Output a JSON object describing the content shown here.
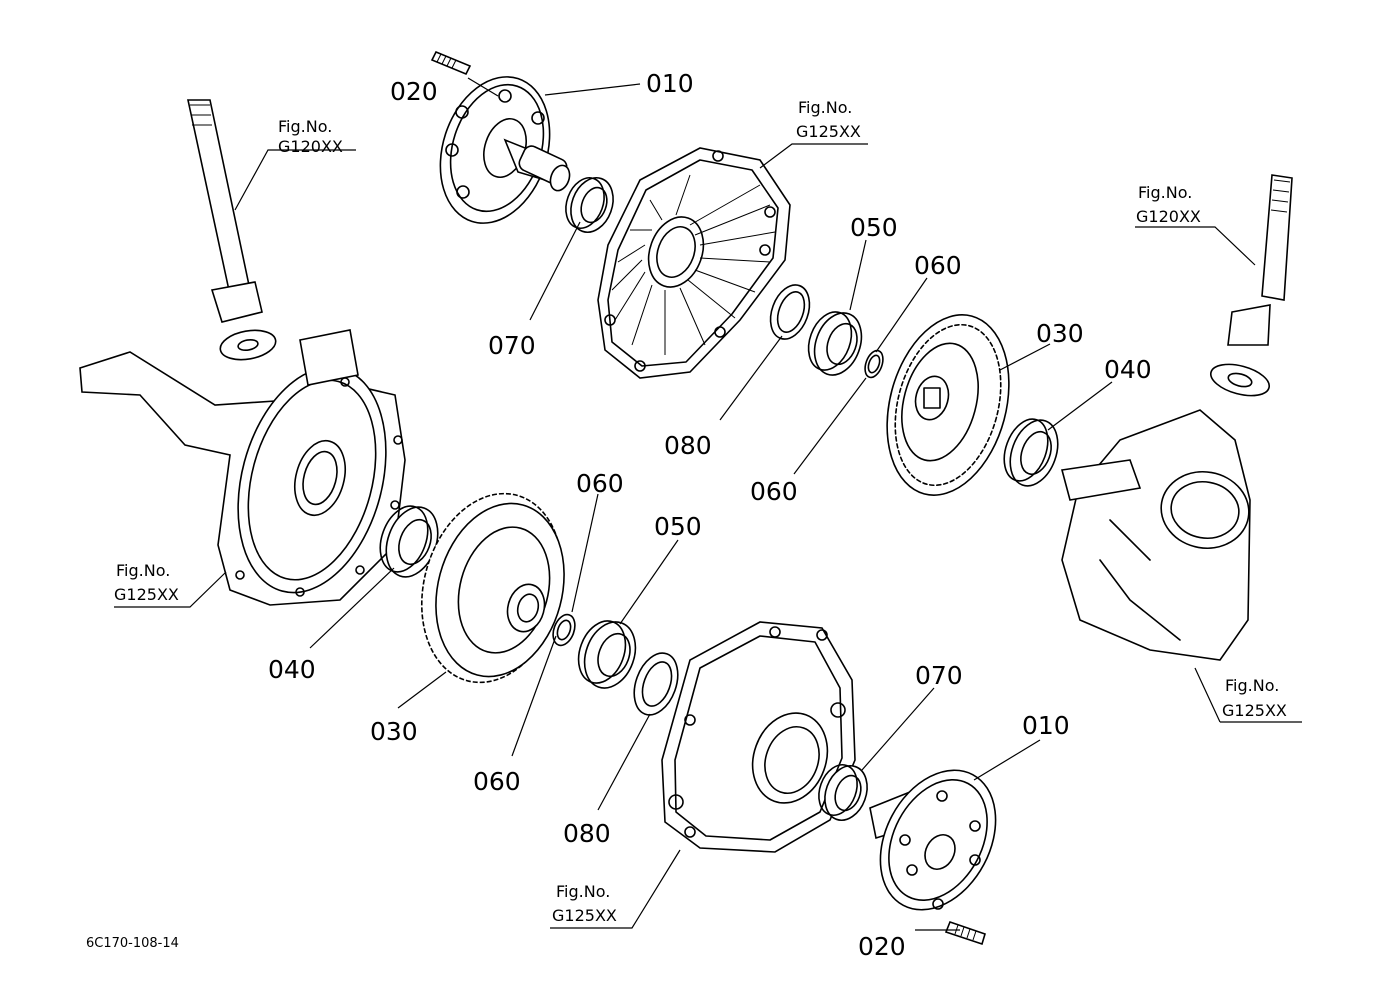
{
  "part_numbers": {
    "p020_top": "020",
    "p010_top": "010",
    "p070_top": "070",
    "p050_top": "050",
    "p060_top": "060",
    "p030_right": "030",
    "p040_right": "040",
    "p080_top": "080",
    "p060_mid": "060",
    "p060_low": "060",
    "p050_low": "050",
    "p040_left": "040",
    "p030_left": "030",
    "p060_bottom": "060",
    "p080_bottom": "080",
    "p070_bottom": "070",
    "p010_bottom": "010",
    "p020_bottom": "020"
  },
  "fig_refs": {
    "fig_no_label": "Fig.No.",
    "left_shaft": "G120XX",
    "left_case": "G125XX",
    "top_cover": "G125XX",
    "right_shaft": "G120XX",
    "right_case": "G125XX",
    "bottom_cover": "G125XX"
  },
  "diagram_code": "6C170-108-14"
}
